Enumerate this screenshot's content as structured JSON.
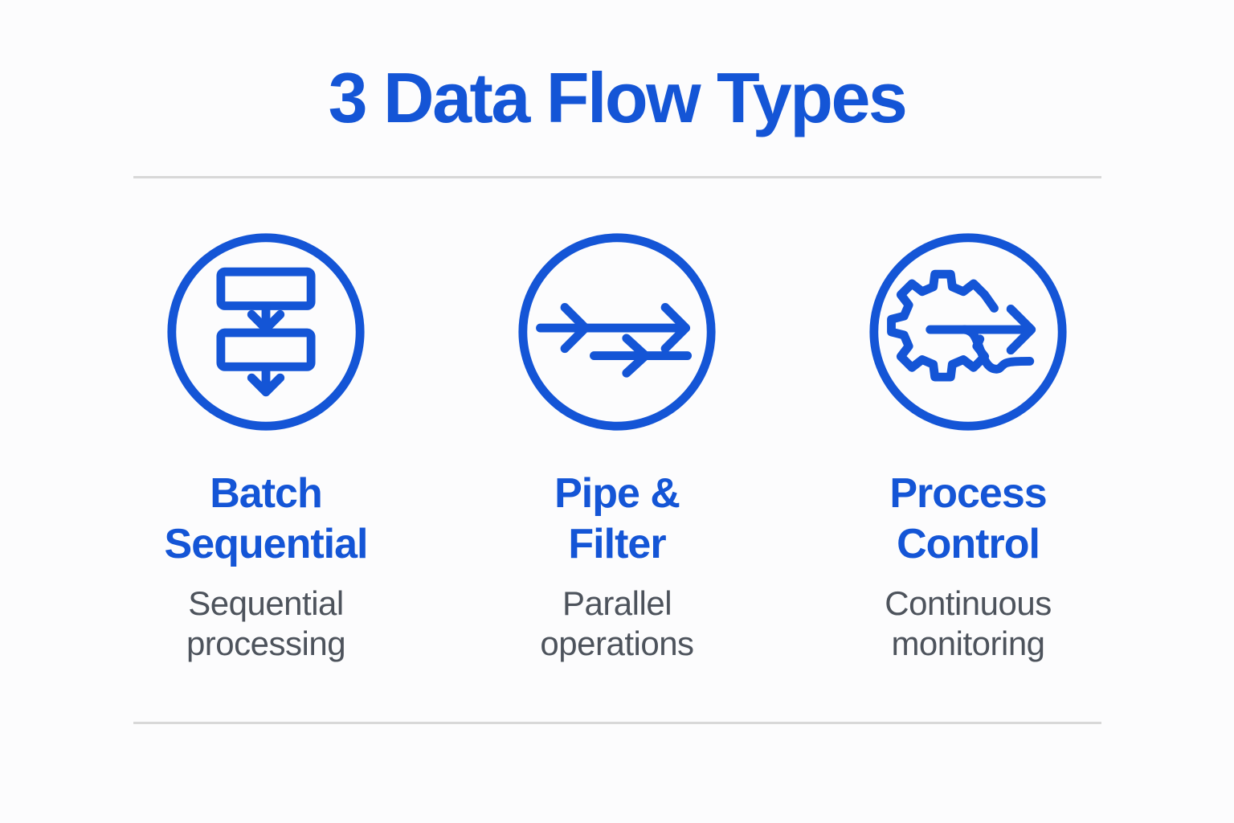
{
  "title": "3 Data Flow Types",
  "colors": {
    "accent": "#1455d6",
    "muted": "#4d535c",
    "divider": "#d8d8d8",
    "bg": "#fcfcfd"
  },
  "cards": [
    {
      "icon": "batch-sequential-icon",
      "title_line1": "Batch",
      "title_line2": "Sequential",
      "subtitle_line1": "Sequential",
      "subtitle_line2": "processing"
    },
    {
      "icon": "pipe-filter-icon",
      "title_line1": "Pipe &",
      "title_line2": "Filter",
      "subtitle_line1": "Parallel",
      "subtitle_line2": "operations"
    },
    {
      "icon": "process-control-icon",
      "title_line1": "Process",
      "title_line2": "Control",
      "subtitle_line1": "Continuous",
      "subtitle_line2": "monitoring"
    }
  ]
}
